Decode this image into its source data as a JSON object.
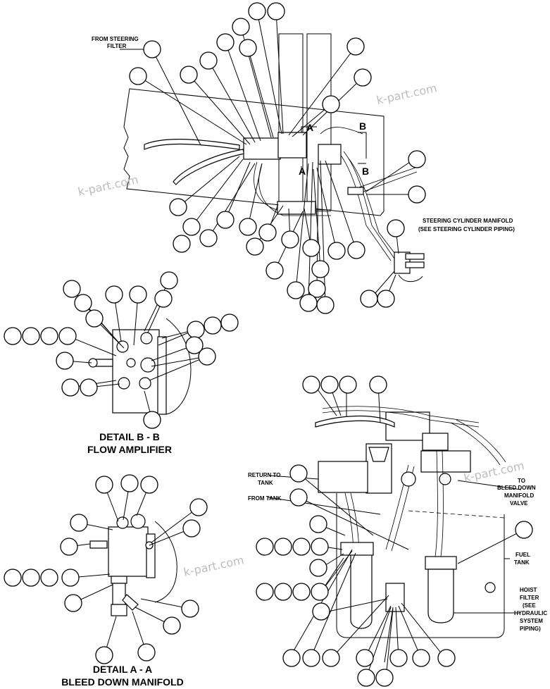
{
  "labels": {
    "from_steering_filter_1": "FROM STEERING",
    "from_steering_filter_2": "FILTER",
    "steering_cyl_1": "STEERING CYLINDER MANIFOLD",
    "steering_cyl_2": "(SEE STEERING CYLINDER PIPING)",
    "section_a_top": "A",
    "section_a_bottom": "A",
    "section_b_top": "B",
    "section_b_bottom": "B",
    "detail_b_1": "DETAIL B - B",
    "detail_b_2": "FLOW AMPLIFIER",
    "detail_a_1": "DETAIL A - A",
    "detail_a_2": "BLEED DOWN MANIFOLD",
    "return_to_tank_1": "RETURN TO",
    "return_to_tank_2": "TANK",
    "from_tank": "FROM TANK",
    "to_bleed_1": "TO",
    "to_bleed_2": "BLEED DOWN",
    "to_bleed_3": "MANIFOLD",
    "to_bleed_4": "VALVE",
    "fuel_tank_1": "FUEL",
    "fuel_tank_2": "TANK",
    "hoist_filter_1": "HOIST",
    "hoist_filter_2": "FILTER",
    "hoist_filter_3": "(SEE",
    "hoist_filter_4": "HYDRAULIC",
    "hoist_filter_5": "SYSTEM",
    "hoist_filter_6": "PIPING)"
  },
  "watermark": "k-part.com",
  "colors": {
    "line": "#000000",
    "watermark": "#bdbdbd",
    "background": "#ffffff"
  }
}
